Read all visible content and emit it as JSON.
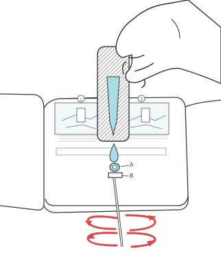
{
  "figure": {
    "callouts": {
      "a": "A",
      "b": "B"
    },
    "steps": {
      "left": "1",
      "right": "2"
    },
    "colors": {
      "outline": "#3a3a3a",
      "liquid": "#a8dde8",
      "arrows": "#d94a4a",
      "hatch": "#7a7a7a",
      "paper": "#ffffff"
    }
  }
}
